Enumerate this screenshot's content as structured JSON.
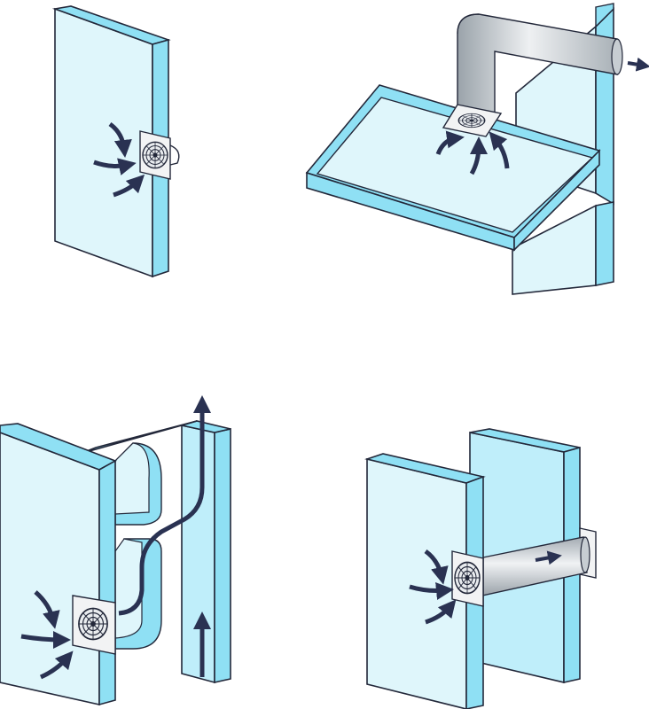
{
  "diagram": {
    "kind": "installation-scenarios",
    "panels": [
      {
        "id": "through-wall",
        "fan": "wall-mounted-fan",
        "airflow": "in-through-wall"
      },
      {
        "id": "ceiling-duct",
        "fan": "ceiling-mounted-fan",
        "airflow": "up-into-duct-then-outside"
      },
      {
        "id": "wall-cavity",
        "fan": "wall-mounted-fan",
        "airflow": "up-through-wall-cavity"
      },
      {
        "id": "through-cavity-duct",
        "fan": "wall-mounted-fan",
        "airflow": "through-duct-between-walls"
      }
    ],
    "colors": {
      "wall_face": "#dff6fb",
      "wall_edge": "#8fe0f4",
      "outline": "#23283a",
      "arrow": "#2a3252",
      "duct": "#c7cdd2",
      "fan_plate": "#f2f3f4"
    },
    "icons": [
      "fan-grille-icon",
      "airflow-arrow-icon",
      "duct-pipe-icon"
    ]
  }
}
